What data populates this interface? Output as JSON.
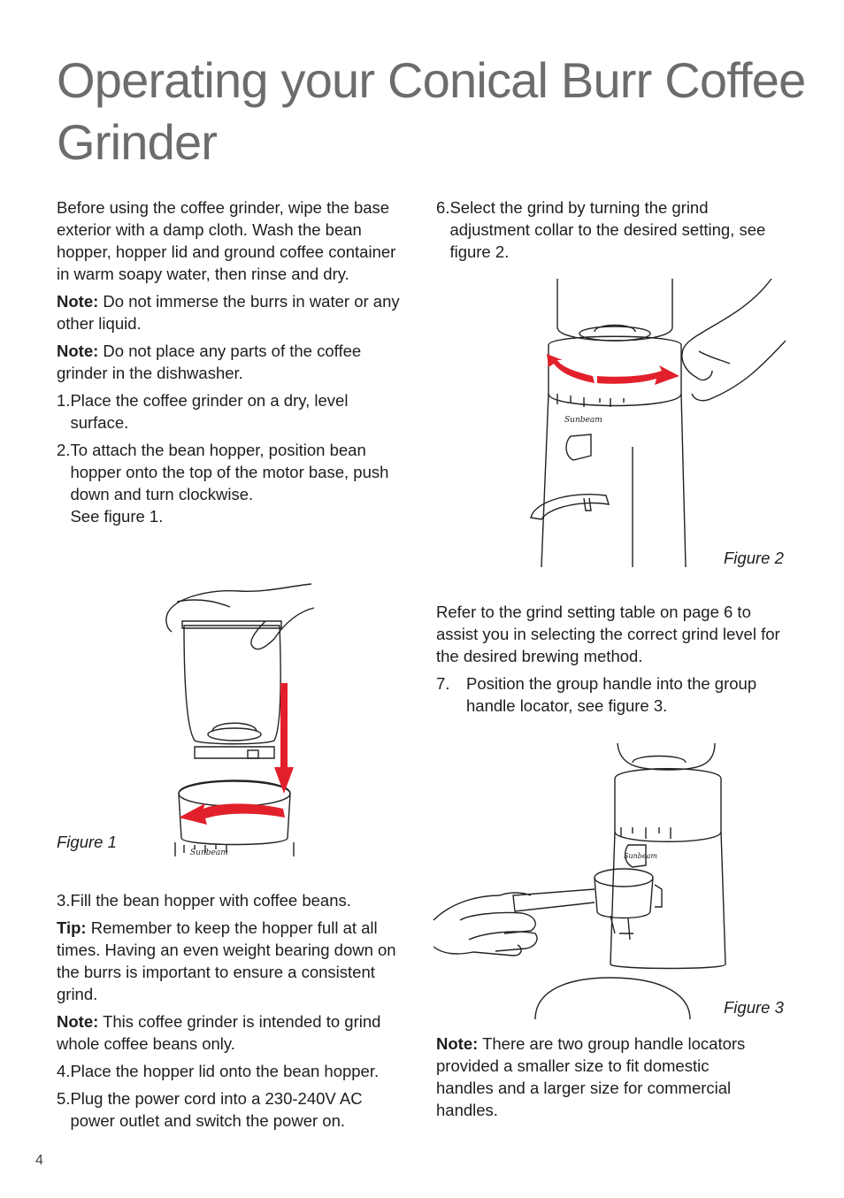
{
  "title": "Operating your Conical Burr Coffee Grinder",
  "left": {
    "intro": "Before using the coffee grinder, wipe the base exterior with a damp cloth. Wash the bean hopper, hopper lid and ground coffee container in warm soapy water, then rinse and dry.",
    "note1": {
      "label": "Note:",
      "text": " Do not immerse the burrs in water or any other liquid."
    },
    "note2": {
      "label": "Note:",
      "text": " Do not place any parts of the coffee grinder in the dishwasher."
    },
    "step1": {
      "num": "1.",
      "text": "Place the coffee grinder on a dry, level surface."
    },
    "step2": {
      "num": "2.",
      "text": "To attach the bean hopper, position bean hopper onto the top of the motor base, push down and turn clockwise.",
      "text2": "See figure 1."
    },
    "figure_caption": "Figure 1",
    "step3": {
      "num": "3.",
      "text": "Fill the bean hopper with coffee beans."
    },
    "tip": {
      "label": "Tip:",
      "text": " Remember to keep the hopper full at all times. Having an even weight bearing down on the burrs is important to ensure a consistent grind."
    },
    "note3": {
      "label": "Note:",
      "text": " This coffee grinder is intended to grind whole coffee beans only."
    },
    "step4": {
      "num": "4.",
      "text": "Place the hopper lid onto the bean hopper."
    },
    "step5": {
      "num": "5.",
      "text": "Plug the power cord into a 230-240V AC power outlet and switch the power on."
    }
  },
  "right": {
    "step6": {
      "num": "6.",
      "text": "Select the grind by turning the grind adjustment collar to the desired setting, see figure 2."
    },
    "figure2_caption": "Figure 2",
    "refer": "Refer to the grind setting table on page 6 to assist you in selecting the correct grind level for the desired brewing method.",
    "step7": {
      "num": "7.",
      "text": "Position the group handle into the group handle locator, see figure 3."
    },
    "figure3_caption": "Figure 3",
    "note4": {
      "label": "Note:",
      "text": " There are two group handle locators provided a smaller size to fit domestic handles and a larger size for commercial handles."
    }
  },
  "brand_logo": "Sunbeam",
  "page_number": "4",
  "colors": {
    "title": "#6c6c6c",
    "arrow": "#e2202b",
    "line": "#222222"
  }
}
